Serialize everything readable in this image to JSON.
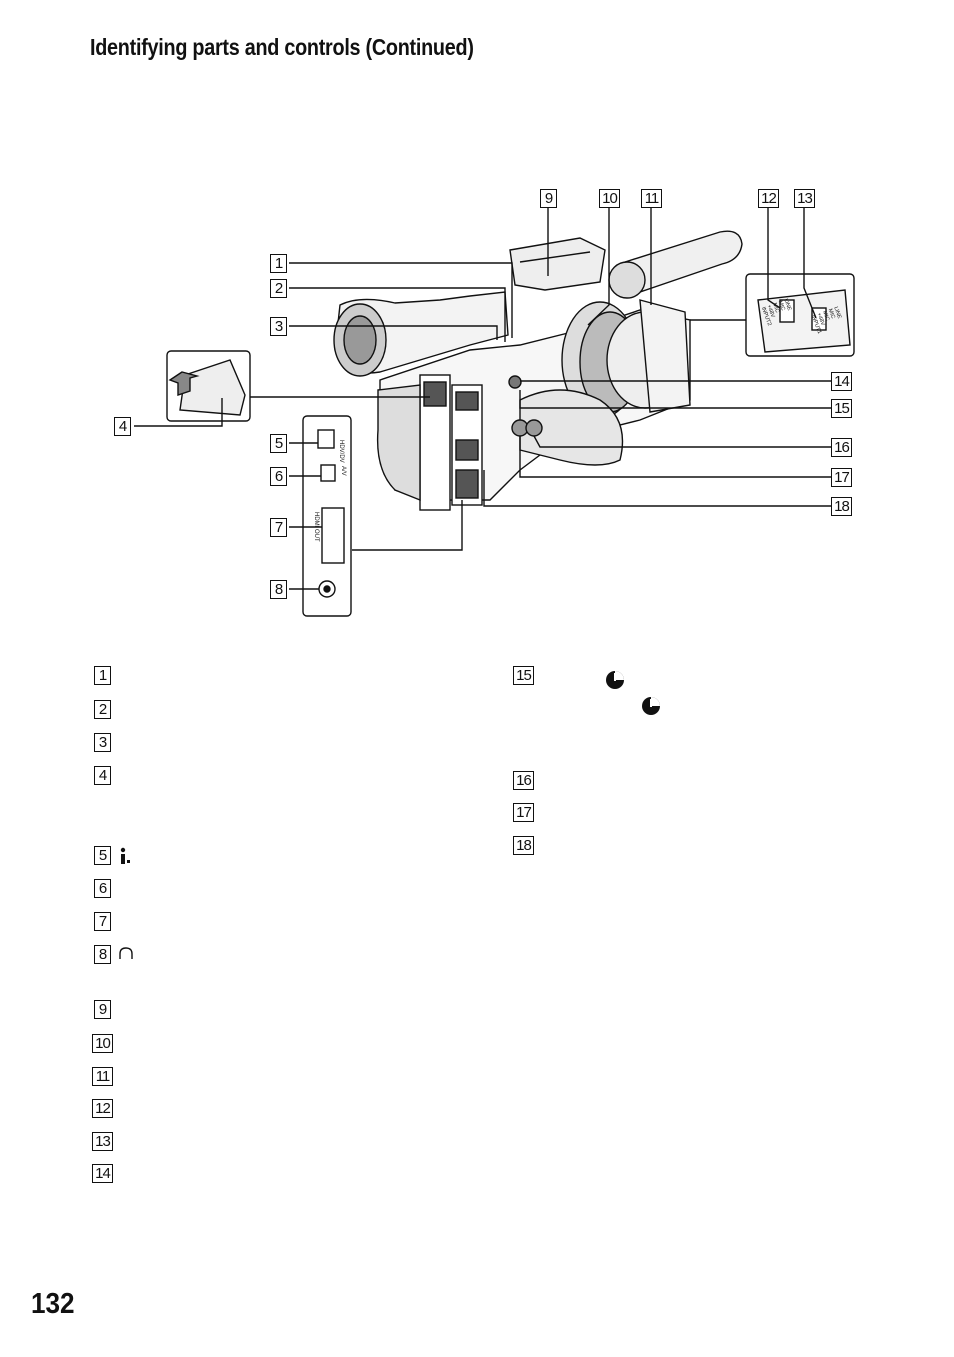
{
  "header": {
    "title": "Identifying parts and controls (Continued)"
  },
  "page_number": "132",
  "figure": {
    "callouts": [
      "1",
      "2",
      "3",
      "4",
      "5",
      "6",
      "7",
      "8",
      "9",
      "10",
      "11",
      "12",
      "13",
      "14",
      "15",
      "16",
      "17",
      "18"
    ],
    "connector_labels": {
      "hdv": "HDV/DV",
      "av": "A/V",
      "hdmi": "HDMI OUT"
    },
    "switch_labels": {
      "input2": [
        "LINE",
        "MIC",
        "MIC",
        "+48V",
        "INPUT2"
      ],
      "input1": [
        "LINE",
        "MIC",
        "MIC",
        "+48V",
        "INPUT1"
      ]
    }
  },
  "list_left": [
    "1",
    "2",
    "3",
    "4",
    "5",
    "6",
    "7",
    "8",
    "9",
    "10",
    "11",
    "12",
    "13",
    "14"
  ],
  "list_right": [
    "15",
    "16",
    "17",
    "18"
  ],
  "icons": [
    "dv-link-icon",
    "headphones-icon",
    "clock-icon"
  ]
}
